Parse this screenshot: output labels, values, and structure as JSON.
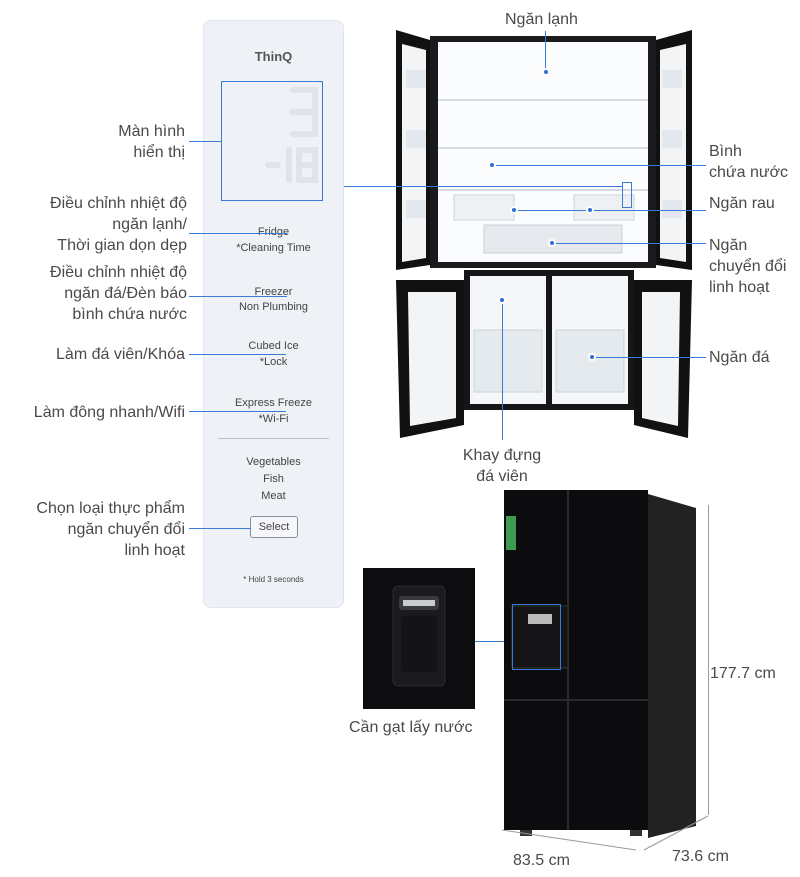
{
  "panel": {
    "brand": "ThinQ",
    "fridge": "Fridge",
    "cleaning_time": "*Cleaning Time",
    "freezer": "Freezer",
    "non_plumbing": "Non Plumbing",
    "cubed_ice": "Cubed Ice",
    "lock": "*Lock",
    "express_freeze": "Express Freeze",
    "wifi": "*Wi-Fi",
    "vegetables": "Vegetables",
    "fish": "Fish",
    "meat": "Meat",
    "select": "Select",
    "hold_note": "* Hold 3 seconds"
  },
  "callouts_left": {
    "display": [
      "Màn hình",
      "hiển thị"
    ],
    "fridge_temp": [
      "Điều chỉnh nhiệt độ",
      "ngăn lạnh/",
      "Thời gian dọn dẹp"
    ],
    "freezer_temp": [
      "Điều chỉnh nhiệt độ",
      "ngăn đá/Đèn báo",
      "bình chứa nước"
    ],
    "ice_lock": "Làm đá viên/Khóa",
    "express_wifi": "Làm đông nhanh/Wifi",
    "food_select": [
      "Chọn loại thực phẩm",
      "ngăn chuyển đổi",
      "linh hoạt"
    ]
  },
  "callouts_right": {
    "fridge_compartment": "Ngăn lạnh",
    "water_tank": [
      "Bình",
      "chứa nước"
    ],
    "vegetable_drawer": "Ngăn rau",
    "convertible": [
      "Ngăn",
      "chuyển đổi",
      "linh hoạt"
    ],
    "freezer_compartment": "Ngăn đá",
    "ice_tray": [
      "Khay đựng",
      "đá viên"
    ]
  },
  "dispenser_label": "Cần gạt lấy nước",
  "dimensions": {
    "height": "177.7 cm",
    "width": "83.5 cm",
    "depth": "73.6 cm"
  },
  "colors": {
    "accent": "#2b6fd6",
    "fridge_body": "#0c0c0e",
    "panel_bg": "#eef1f5"
  }
}
